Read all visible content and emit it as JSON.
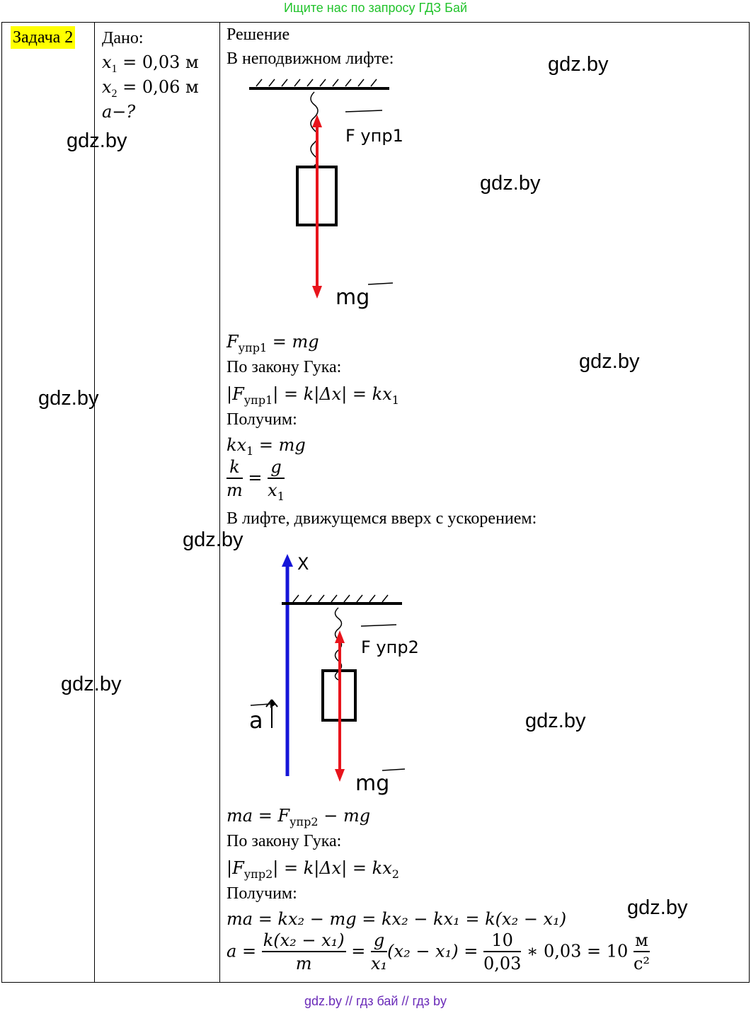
{
  "header": {
    "link_text": "Ищите нас по запросу ГДЗ Бай"
  },
  "footer": {
    "links_text": "gdz.by  //  гдз бай  //  гдз by"
  },
  "task": {
    "title": "Задача 2"
  },
  "given": {
    "label": "Дано:",
    "x1_name": "x",
    "x1_sub": "1",
    "x1_value": " = 0,03 м",
    "x2_name": "x",
    "x2_sub": "2",
    "x2_value": " = 0,06 м",
    "find": "a−?"
  },
  "solution": {
    "heading": "Решение",
    "case1_title": "В неподвижном лифте:",
    "eq1_left": "F",
    "eq1_sub": "упр1",
    "eq1_right": " = mg",
    "hooke1": "По закону Гука:",
    "eq2_a": "|F",
    "eq2_sub": "упр1",
    "eq2_b": "| = k|Δx| = kx",
    "eq2_sub2": "1",
    "get1": "Получим:",
    "eq3_a": "kx",
    "eq3_sub": "1",
    "eq3_b": " = mg",
    "eq4_num_left": "k",
    "eq4_den_left": "m",
    "eq4_eq": " = ",
    "eq4_num_right": "g",
    "eq4_den_right": "x",
    "eq4_den_sub": "1",
    "case2_title": "В лифте, движущемся вверх с ускорением:",
    "eq5_a": "ma = F",
    "eq5_sub": "упр2",
    "eq5_b": " − mg",
    "hooke2": "По закону Гука:",
    "eq6_a": "|F",
    "eq6_sub": "упр2",
    "eq6_b": "| = k|Δx| = kx",
    "eq6_sub2": "2",
    "get2": "Получим:",
    "eq7": "ma = kx₂ − mg = kx₂ − kx₁ = k(x₂ − x₁)",
    "eq8_a": "a = ",
    "eq8_frac1_num": "k(x₂ − x₁)",
    "eq8_frac1_den": "m",
    "eq8_mid": " = ",
    "eq8_frac2_num": "g",
    "eq8_frac2_den": "x₁",
    "eq8_paren": "(x₂ − x₁) = ",
    "eq8_frac3_num": "10",
    "eq8_frac3_den": "0,03",
    "eq8_tail": " ∗ 0,03 = 10 ",
    "eq8_unit_num": "м",
    "eq8_unit_den": "с²"
  },
  "diagram1": {
    "force_label": "F упр1",
    "weight_label": "mg"
  },
  "diagram2": {
    "axis_label": "X",
    "accel_label": "a",
    "force_label": "F упр2",
    "weight_label": "mg"
  },
  "watermarks": [
    "gdz.by",
    "gdz.by",
    "gdz.by",
    "gdz.by",
    "gdz.by",
    "gdz.by",
    "gdz.by",
    "gdz.by",
    "gdz.by"
  ],
  "colors": {
    "force_arrow": "#e8141c",
    "axis_arrow": "#1515d8",
    "highlight": "#ffff00",
    "top_link": "#22c32c",
    "bottom_link": "#6a2ab8"
  }
}
